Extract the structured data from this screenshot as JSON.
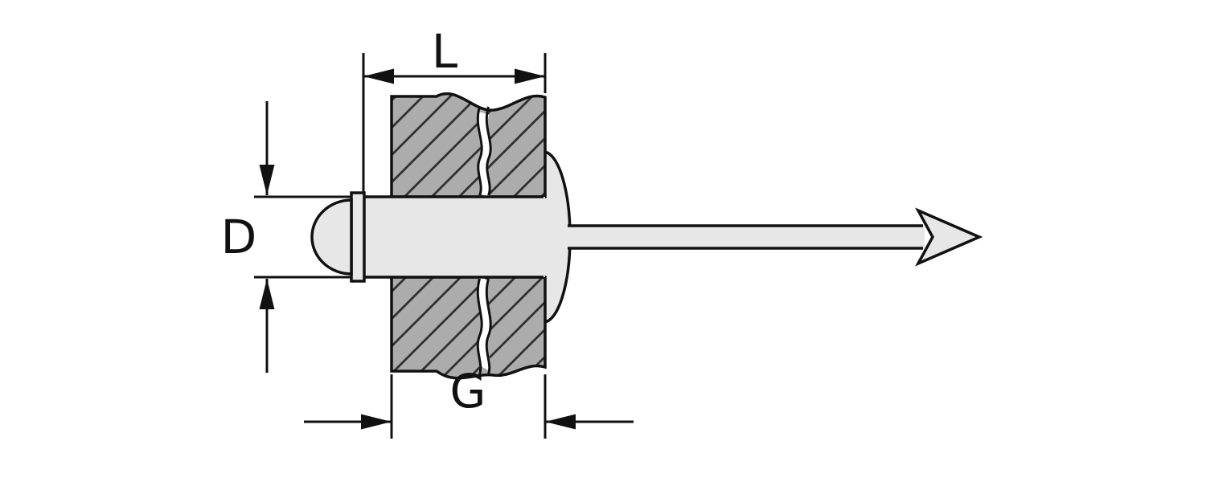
{
  "diagram": {
    "labels": {
      "length": "L",
      "diameter": "D",
      "grip": "G"
    },
    "colors": {
      "background": "#ffffff",
      "plate_fill": "#acacac",
      "hatch_stroke": "#303030",
      "rivet_fill": "#e7e7e7",
      "outline": "#111111",
      "dimension": "#111111"
    }
  }
}
